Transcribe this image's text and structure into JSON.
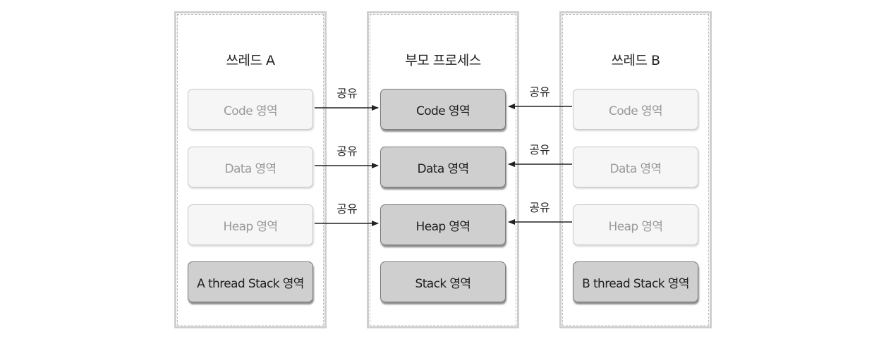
{
  "thread_a": {
    "title": "쓰레드 A",
    "code": "Code 영역",
    "data": "Data 영역",
    "heap": "Heap 영역",
    "stack": "A thread Stack 영역"
  },
  "parent_process": {
    "title": "부모 프로세스",
    "code": "Code 영역",
    "data": "Data 영역",
    "heap": "Heap 영역",
    "stack": "Stack 영역"
  },
  "thread_b": {
    "title": "쓰레드 B",
    "code": "Code 영역",
    "data": "Data 영역",
    "heap": "Heap 영역",
    "stack": "B thread Stack 영역"
  },
  "share_label": "공유"
}
